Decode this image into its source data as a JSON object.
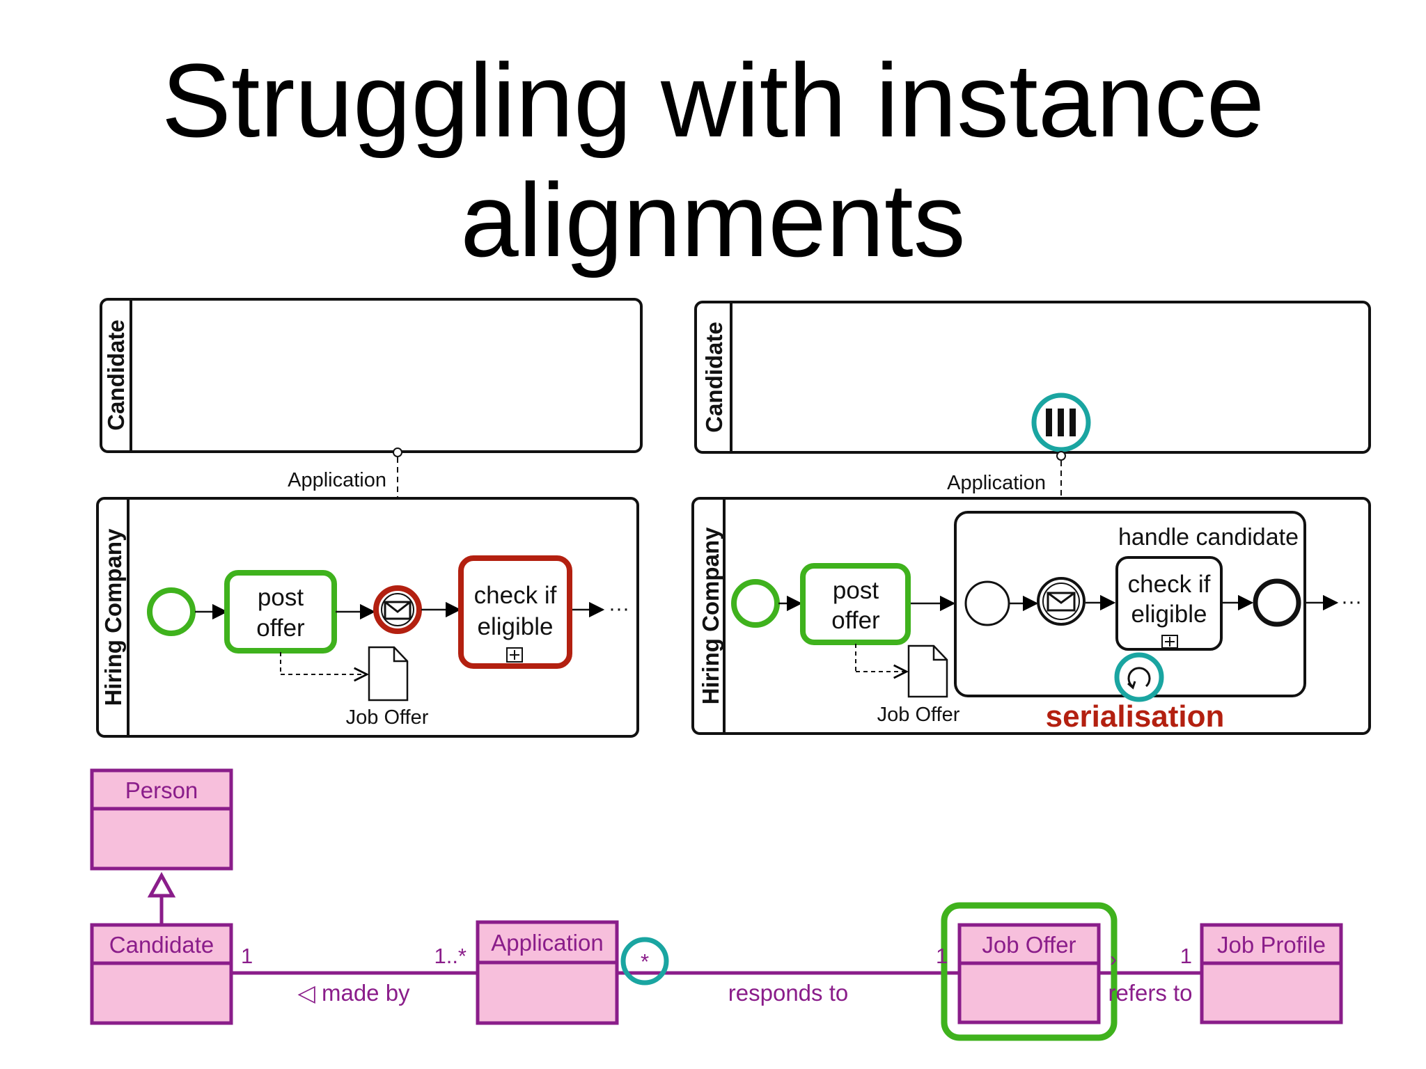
{
  "slide": {
    "title_line1": "Struggling with instance",
    "title_line2": "alignments"
  },
  "colors": {
    "highlight_green": "#3fb21d",
    "highlight_red": "#b32010",
    "highlight_teal": "#1aa5a1",
    "uml_purple": "#8a1d8a",
    "uml_fill": "#f7bfdc",
    "serialisation_text": "#b32010"
  },
  "left_diagram": {
    "pool_top": "Candidate",
    "pool_bottom": "Hiring Company",
    "message_label": "Application",
    "task_post_offer_line1": "post",
    "task_post_offer_line2": "offer",
    "task_check_line1": "check if",
    "task_check_line2": "eligible",
    "data_object": "Job Offer",
    "continuation": "···"
  },
  "right_diagram": {
    "pool_top": "Candidate",
    "pool_bottom": "Hiring Company",
    "message_label": "Application",
    "task_post_offer_line1": "post",
    "task_post_offer_line2": "offer",
    "subprocess_label": "handle candidate",
    "task_check_line1": "check if",
    "task_check_line2": "eligible",
    "data_object": "Job Offer",
    "annotation": "serialisation",
    "continuation": "···"
  },
  "uml": {
    "class_person": "Person",
    "class_candidate": "Candidate",
    "class_application": "Application",
    "class_job_offer": "Job Offer",
    "class_job_profile": "Job Profile",
    "mult_candidate": "1",
    "mult_application_left": "1..*",
    "mult_application_right": "*",
    "mult_job_offer_left": "1",
    "mult_job_offer_right": "1",
    "assoc_made_by": "◁ made by",
    "assoc_responds_to": "responds to",
    "assoc_refers_to": "refers to",
    "nav_marker": "›"
  }
}
